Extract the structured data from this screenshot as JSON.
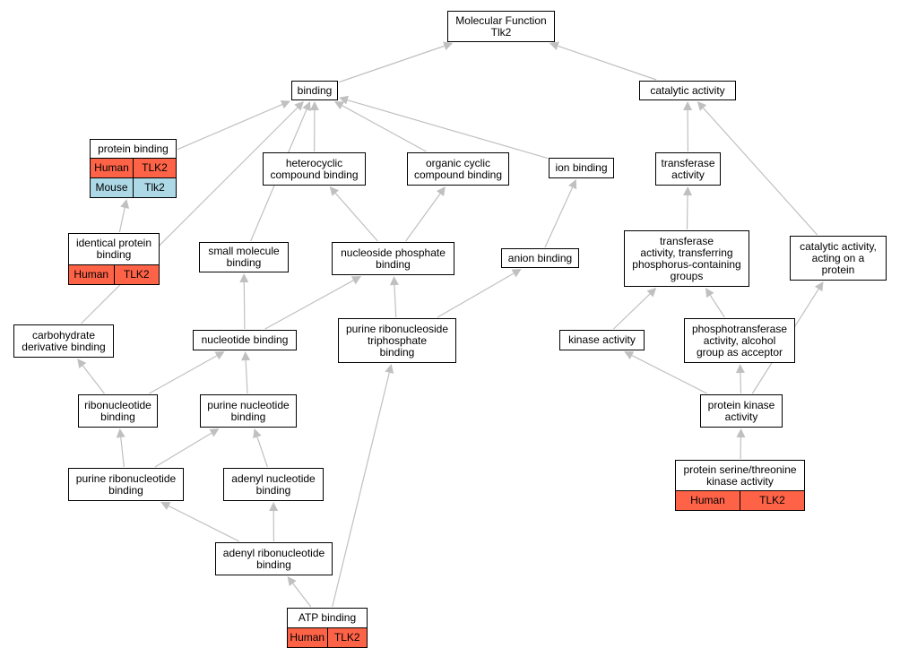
{
  "title": "Molecular Function\nTlk2",
  "colors": {
    "edge": "#c0c0c0",
    "human": "#ff6347",
    "mouse": "#add8e6"
  },
  "nodes": {
    "mf": {
      "label": "Molecular Function\nTlk2"
    },
    "binding": {
      "label": "binding"
    },
    "catalytic": {
      "label": "catalytic activity"
    },
    "protein_binding": {
      "label": "protein binding",
      "rows": [
        [
          "Human",
          "TLK2"
        ],
        [
          "Mouse",
          "Tlk2"
        ]
      ]
    },
    "hetero": {
      "label": "heterocyclic\ncompound binding"
    },
    "organic": {
      "label": "organic cyclic\ncompound binding"
    },
    "ion": {
      "label": "ion binding"
    },
    "transferase": {
      "label": "transferase\nactivity"
    },
    "identical": {
      "label": "identical protein\nbinding",
      "rows": [
        [
          "Human",
          "TLK2"
        ]
      ]
    },
    "small_mol": {
      "label": "small molecule\nbinding"
    },
    "nucleoside_phos": {
      "label": "nucleoside phosphate\nbinding"
    },
    "anion": {
      "label": "anion binding"
    },
    "transf_phos": {
      "label": "transferase\nactivity, transferring\nphosphorus-containing\ngroups"
    },
    "cat_protein": {
      "label": "catalytic activity,\nacting on a\nprotein"
    },
    "carb": {
      "label": "carbohydrate\nderivative binding"
    },
    "nucleotide": {
      "label": "nucleotide binding"
    },
    "purine_ribonucleoside_tp": {
      "label": "purine ribonucleoside\ntriphosphate\nbinding"
    },
    "kinase": {
      "label": "kinase activity"
    },
    "phosphotransferase": {
      "label": "phosphotransferase\nactivity, alcohol\ngroup as acceptor"
    },
    "ribonucleotide": {
      "label": "ribonucleotide\nbinding"
    },
    "purine_nucleotide": {
      "label": "purine nucleotide\nbinding"
    },
    "protein_kinase": {
      "label": "protein kinase\nactivity"
    },
    "purine_ribonucleotide": {
      "label": "purine ribonucleotide\nbinding"
    },
    "adenyl_nucleotide": {
      "label": "adenyl nucleotide\nbinding"
    },
    "ser_thr": {
      "label": "protein serine/threonine\nkinase activity",
      "rows": [
        [
          "Human",
          "TLK2"
        ]
      ]
    },
    "adenyl_ribonucleotide": {
      "label": "adenyl ribonucleotide\nbinding"
    },
    "atp": {
      "label": "ATP binding",
      "rows": [
        [
          "Human",
          "TLK2"
        ]
      ]
    }
  },
  "edges": [
    [
      "binding",
      "mf"
    ],
    [
      "catalytic",
      "mf"
    ],
    [
      "protein_binding",
      "binding"
    ],
    [
      "hetero",
      "binding"
    ],
    [
      "organic",
      "binding"
    ],
    [
      "ion",
      "binding"
    ],
    [
      "small_mol",
      "binding"
    ],
    [
      "carb",
      "binding"
    ],
    [
      "transferase",
      "catalytic"
    ],
    [
      "cat_protein",
      "catalytic"
    ],
    [
      "identical",
      "protein_binding"
    ],
    [
      "nucleoside_phos",
      "hetero"
    ],
    [
      "nucleoside_phos",
      "organic"
    ],
    [
      "anion",
      "ion"
    ],
    [
      "transf_phos",
      "transferase"
    ],
    [
      "nucleotide",
      "small_mol"
    ],
    [
      "nucleotide",
      "nucleoside_phos"
    ],
    [
      "purine_ribonucleoside_tp",
      "nucleoside_phos"
    ],
    [
      "purine_ribonucleoside_tp",
      "anion"
    ],
    [
      "kinase",
      "transf_phos"
    ],
    [
      "phosphotransferase",
      "transf_phos"
    ],
    [
      "ribonucleotide",
      "carb"
    ],
    [
      "ribonucleotide",
      "nucleotide"
    ],
    [
      "purine_nucleotide",
      "nucleotide"
    ],
    [
      "protein_kinase",
      "kinase"
    ],
    [
      "protein_kinase",
      "phosphotransferase"
    ],
    [
      "protein_kinase",
      "cat_protein"
    ],
    [
      "purine_ribonucleotide",
      "ribonucleotide"
    ],
    [
      "purine_ribonucleotide",
      "purine_nucleotide"
    ],
    [
      "adenyl_nucleotide",
      "purine_nucleotide"
    ],
    [
      "ser_thr",
      "protein_kinase"
    ],
    [
      "adenyl_ribonucleotide",
      "purine_ribonucleotide"
    ],
    [
      "adenyl_ribonucleotide",
      "adenyl_nucleotide"
    ],
    [
      "atp",
      "adenyl_ribonucleotide"
    ],
    [
      "atp",
      "purine_ribonucleoside_tp"
    ]
  ]
}
